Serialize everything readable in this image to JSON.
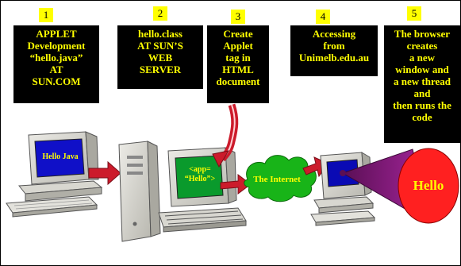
{
  "steps": [
    {
      "number": "1",
      "text": "APPLET\nDevelopment\n“hello.java”\nAT\nSUN.COM"
    },
    {
      "number": "2",
      "text": "hello.class\nAT SUN’S\nWEB\nSERVER"
    },
    {
      "number": "3",
      "text": "Create\nApplet\ntag in\nHTML\ndocument"
    },
    {
      "number": "4",
      "text": "Accessing\nfrom\nUnimelb.edu.au"
    },
    {
      "number": "5",
      "text": "The browser\ncreates\na new\nwindow and\na  new thread\nand\nthen runs the\ncode"
    }
  ],
  "developer_screen_text": "Hello Java",
  "server_screen_text": "<app=\n“Hello”>",
  "cloud_text": "The Internet",
  "output_text": "Hello",
  "colors": {
    "step_box": "#000000",
    "step_text": "#ffff00",
    "number_badge": "#ffff00",
    "arrow": "#cc1b2b",
    "cloud": "#18b418",
    "cone": "#8e1c84",
    "hello_bubble": "#ff2020",
    "developer_screen": "#1010c8",
    "server_screen": "#0a9a2c",
    "client_screen": "#0a0ab4"
  }
}
